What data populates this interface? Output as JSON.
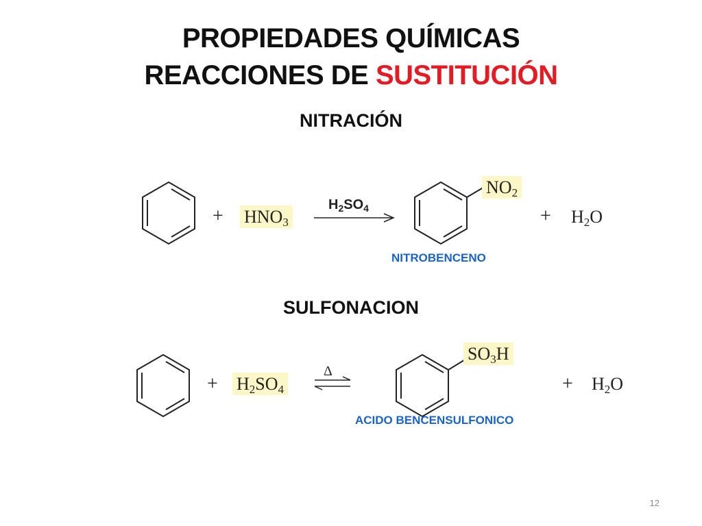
{
  "title": {
    "line1": "PROPIEDADES QUÍMICAS",
    "line2_prefix": "REACCIONES DE ",
    "line2_highlight": "SUSTITUCIÓN"
  },
  "nitration": {
    "heading": "NITRACIÓN",
    "plus": "+",
    "reagent": {
      "base": "HNO",
      "sub": "3"
    },
    "catalyst": {
      "pre": "H",
      "sub1": "2",
      "mid": "SO",
      "sub2": "4"
    },
    "substituent": {
      "base": "NO",
      "sub": "2"
    },
    "byproduct": {
      "base": "H",
      "sub": "2",
      "end": "O"
    },
    "product_name": "NITROBENCENO"
  },
  "sulfonation": {
    "heading": "SULFONACION",
    "plus": "+",
    "reagent": {
      "pre": "H",
      "sub1": "2",
      "mid": "SO",
      "sub2": "4"
    },
    "catalyst_symbol": "Δ",
    "substituent": {
      "pre": "SO",
      "sub": "3",
      "end": "H"
    },
    "byproduct": {
      "base": "H",
      "sub": "2",
      "end": "O"
    },
    "product_name": "ACIDO BENCENSULFONICO"
  },
  "page_number": "12",
  "colors": {
    "title_accent": "#e51b23",
    "product_label": "#1a63c8",
    "highlight": "#fdf6c6"
  }
}
